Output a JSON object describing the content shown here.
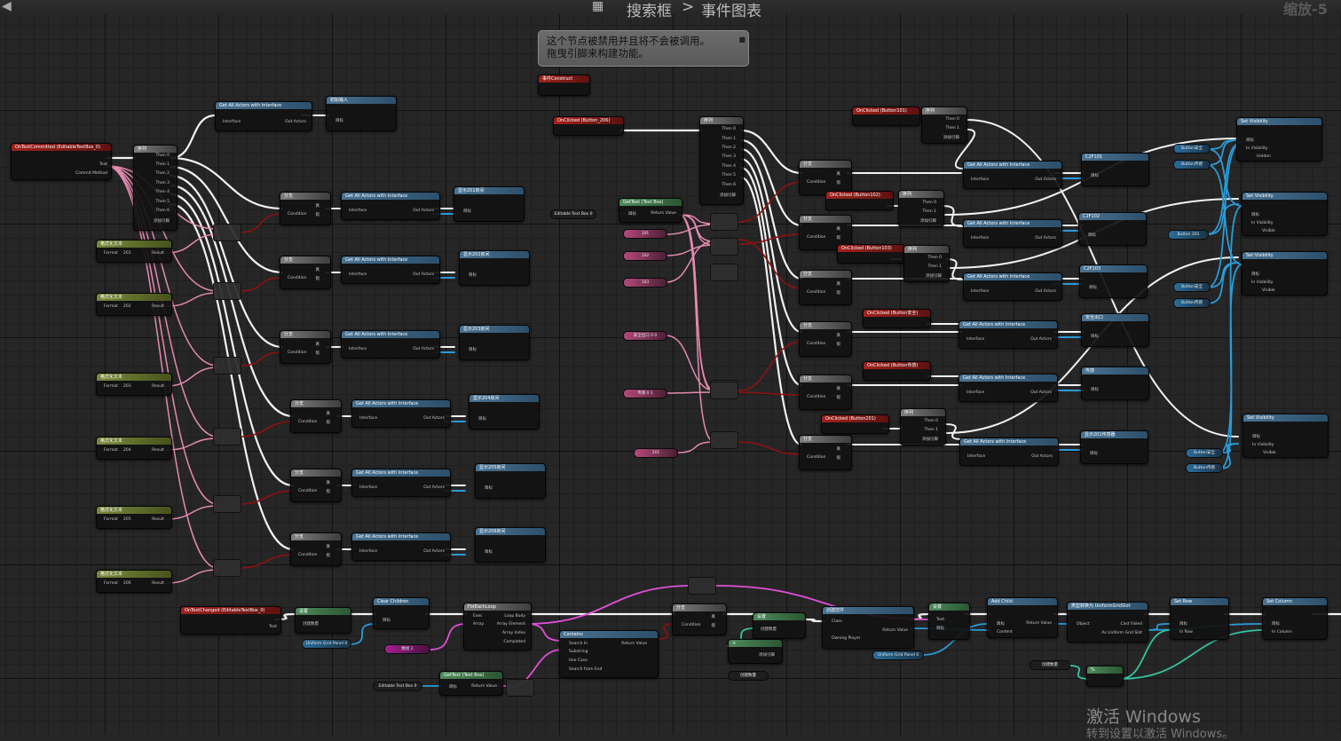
{
  "toolbar": {
    "crumb_root": "搜索框",
    "crumb_separator": ">",
    "crumb_current": "事件图表",
    "zoom_label": "缩放-5"
  },
  "tooltip": {
    "line1": "这个节点被禁用并且将不会被调用。",
    "line2": "拖曳引脚来构建功能。"
  },
  "watermark": {
    "line1": "激活 Windows",
    "line2": "转到设置以激活 Windows。"
  },
  "colors": {
    "exec_wire": "#f2f2f2",
    "string_wire": "#e58ab0",
    "object_wire": "#2a9bd8",
    "bool_wire": "#8e1010",
    "text_wire": "#e04fd8",
    "struct_wire": "#34c4a0",
    "event_header": "#a1211d",
    "function_header": "#4a7393"
  },
  "events": [
    {
      "label": "OnTextCommitted (EditableTextBox_0)"
    },
    {
      "label": "OnClicked (Button_206)"
    },
    {
      "label": "OnClicked (Button101)"
    },
    {
      "label": "OnClicked (Button102)"
    },
    {
      "label": "OnClicked (Button103)"
    },
    {
      "label": "OnClicked (Button安全)"
    },
    {
      "label": "OnClicked (Button传感)"
    },
    {
      "label": "OnClicked (Button201)"
    },
    {
      "label": "OnTextChanged (EditableTextBox_0)"
    }
  ],
  "nodes": {
    "get_all_actors": "Get All Actors with Interface",
    "set_visibility": "Set Visibility",
    "sequence": "序列",
    "branch": "分支",
    "format_text": "格式化文本",
    "get_text": "GetText (Text Box)",
    "clear_children": "Clear Children",
    "for_each": "ForEachLoop",
    "contains": "Contains",
    "create_widget": "创建控件",
    "add_child": "Add Child",
    "set_row": "Set Row",
    "set_column": "Set Column",
    "cast_uniform": "类型转换为 UniformGridSlot",
    "set_var": "设置",
    "disabled_event": "事件Construct"
  },
  "pins": {
    "then0": "Then 0",
    "then1": "Then 1",
    "then2": "Then 2",
    "then3": "Then 3",
    "then4": "Then 4",
    "then5": "Then 5",
    "then6": "Then 6",
    "add_pin": "添加引脚",
    "condition": "Condition",
    "true": "真",
    "false": "假",
    "interface": "Interface",
    "out_actors": "Out Actors",
    "target": "目标",
    "format": "Format",
    "result": "Result",
    "text": "Text",
    "commit_method": "Commit Method",
    "return_value": "Return Value",
    "in_visibility": "In Visibility",
    "hidden": "Hidden",
    "visible": "Visible",
    "exec": "Exec",
    "loop_body": "Loop Body",
    "array": "Array",
    "array_element": "Array Element",
    "array_index": "Array Index",
    "completed": "Completed",
    "search_in": "Search In",
    "substring": "Substring",
    "use_case": "Use Case",
    "search_from_end": "Search from End",
    "class": "Class",
    "owning_player": "Owning Player",
    "content": "Content",
    "object": "Object",
    "cast_failed": "Cast Failed",
    "as_uniform": "As Uniform Grid Slot",
    "in_row": "In Row",
    "in_column": "In Column"
  },
  "variables": {
    "editable_text_box": "Editable Text Box 0",
    "uniform_grid_panel": "Uniform Grid Panel 0",
    "button_safe": "Button安全",
    "button_sense": "Button传感",
    "button_201": "Button 201",
    "create_count": "创建数量",
    "v101": "101",
    "v102": "102",
    "v103": "103",
    "safe": "安全出口 0 0",
    "sense": "传感 0 1",
    "v201": "201",
    "format_values": [
      "201",
      "202",
      "203",
      "204",
      "205",
      "206"
    ]
  }
}
